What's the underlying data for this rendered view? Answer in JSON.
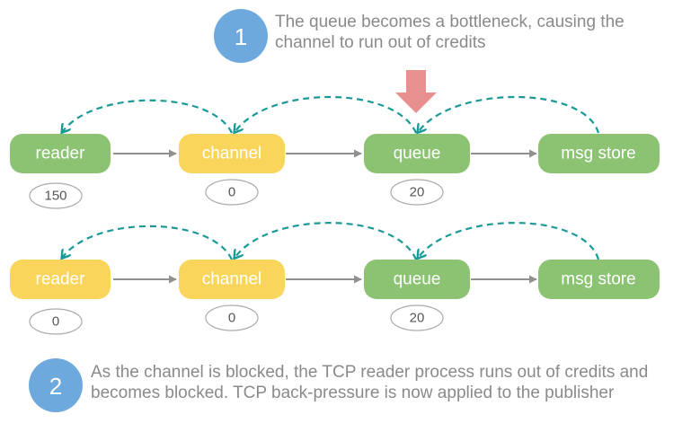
{
  "colors": {
    "green_node": "#8cc373",
    "yellow_node": "#f9d55c",
    "arrow_gray": "#909090",
    "dashed_teal": "#1a9a96",
    "badge_blue": "#6ea9de",
    "pressure_arrow": "#e89090",
    "note_text": "#8a8a8a"
  },
  "steps": [
    {
      "number": "1",
      "text": "The queue becomes a bottleneck, causing the channel to run out of credits"
    },
    {
      "number": "2",
      "text": "As the channel is blocked, the TCP reader process runs out of credits and becomes blocked. TCP back-pressure is now applied to the publisher"
    }
  ],
  "rows": [
    {
      "nodes": [
        {
          "label": "reader",
          "color": "green",
          "credits": "150"
        },
        {
          "label": "channel",
          "color": "yellow",
          "credits": "0"
        },
        {
          "label": "queue",
          "color": "green",
          "credits": "20"
        },
        {
          "label": "msg store",
          "color": "green"
        }
      ]
    },
    {
      "nodes": [
        {
          "label": "reader",
          "color": "yellow",
          "credits": "0"
        },
        {
          "label": "channel",
          "color": "yellow",
          "credits": "0"
        },
        {
          "label": "queue",
          "color": "green",
          "credits": "20"
        },
        {
          "label": "msg store",
          "color": "green"
        }
      ]
    }
  ]
}
